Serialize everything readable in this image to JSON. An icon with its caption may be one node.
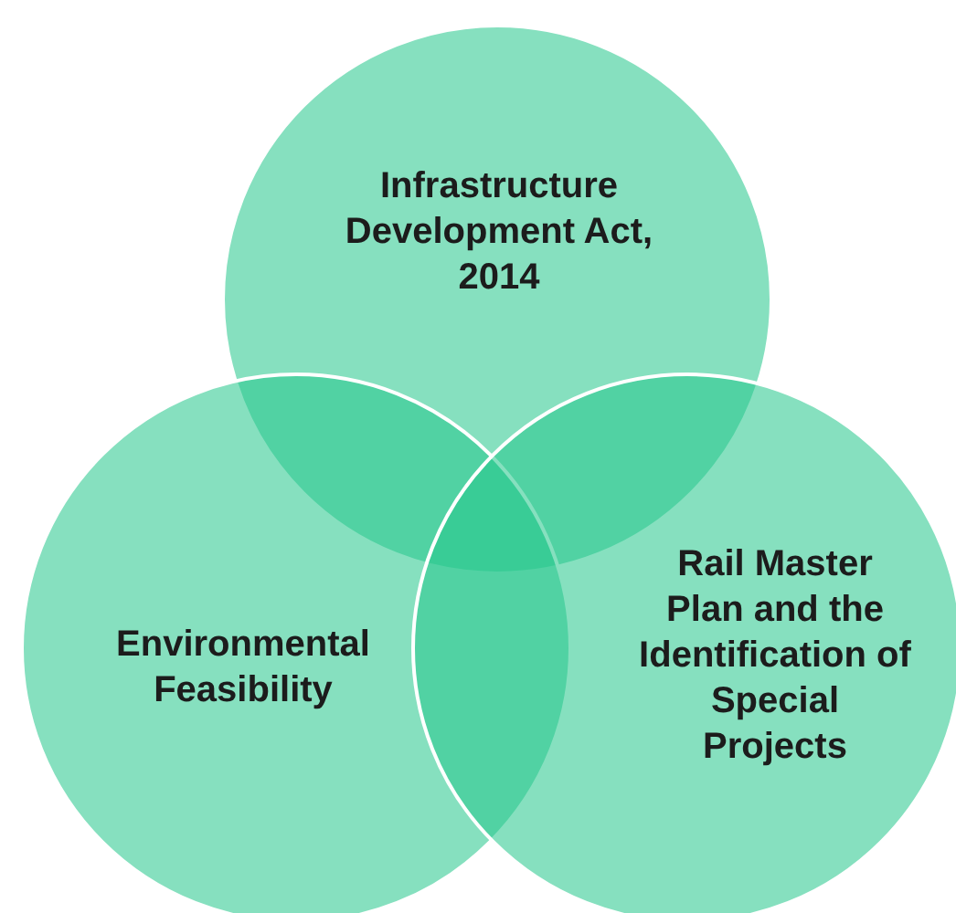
{
  "diagram": {
    "nodes": [
      {
        "text": [
          "Infrastructure Development Act, 2014"
        ]
      },
      {
        "text": [
          "Environmental Feasibility"
        ]
      },
      {
        "text": [
          "Rail Master Plan and the Identification of Special Projects"
        ]
      }
    ]
  }
}
